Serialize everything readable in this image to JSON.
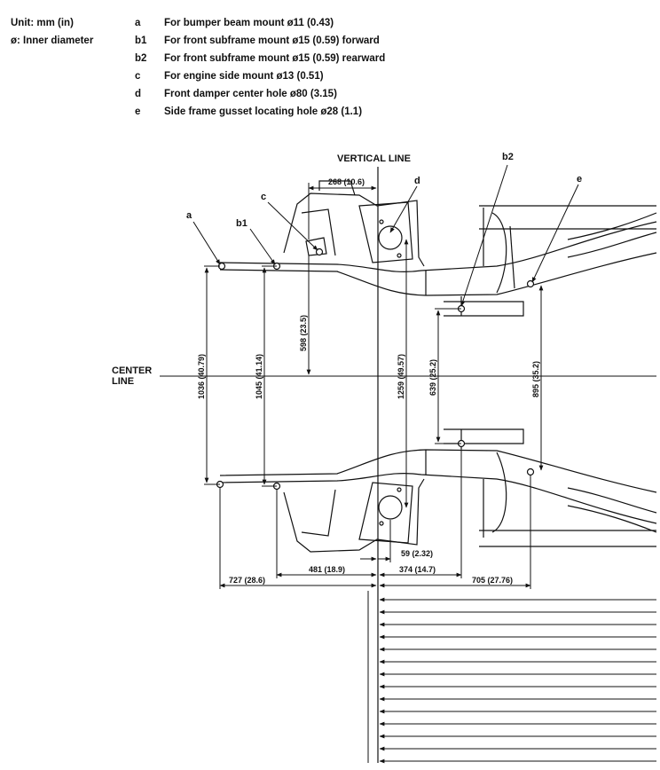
{
  "header": {
    "unit": "Unit: mm (in)",
    "inner_diameter": "ø: Inner diameter"
  },
  "legend": [
    {
      "key": "a",
      "text": "For bumper beam mount ø11 (0.43)"
    },
    {
      "key": "b1",
      "text": "For front subframe mount ø15 (0.59) forward"
    },
    {
      "key": "b2",
      "text": "For front subframe mount ø15 (0.59) rearward"
    },
    {
      "key": "c",
      "text": "For engine side mount ø13 (0.51)"
    },
    {
      "key": "d",
      "text": "Front damper center hole ø80 (3.15)"
    },
    {
      "key": "e",
      "text": "Side frame gusset locating hole ø28 (1.1)"
    }
  ],
  "diagram": {
    "vertical_line": "VERTICAL LINE",
    "center_line_1": "CENTER",
    "center_line_2": "LINE",
    "points": {
      "a": "a",
      "b1": "b1",
      "b2": "b2",
      "c": "c",
      "d": "d",
      "e": "e"
    },
    "dimensions": {
      "d268": "268 (10.6)",
      "d598": "598 (23.5)",
      "d1036": "1036 (40.79)",
      "d1045": "1045 (41.14)",
      "d1259": "1259 (49.57)",
      "d639": "639 (25.2)",
      "d895": "895 (35.2)",
      "d59": "59 (2.32)",
      "d481": "481 (18.9)",
      "d374": "374 (14.7)",
      "d727": "727 (28.6)",
      "d705": "705 (27.76)"
    }
  }
}
